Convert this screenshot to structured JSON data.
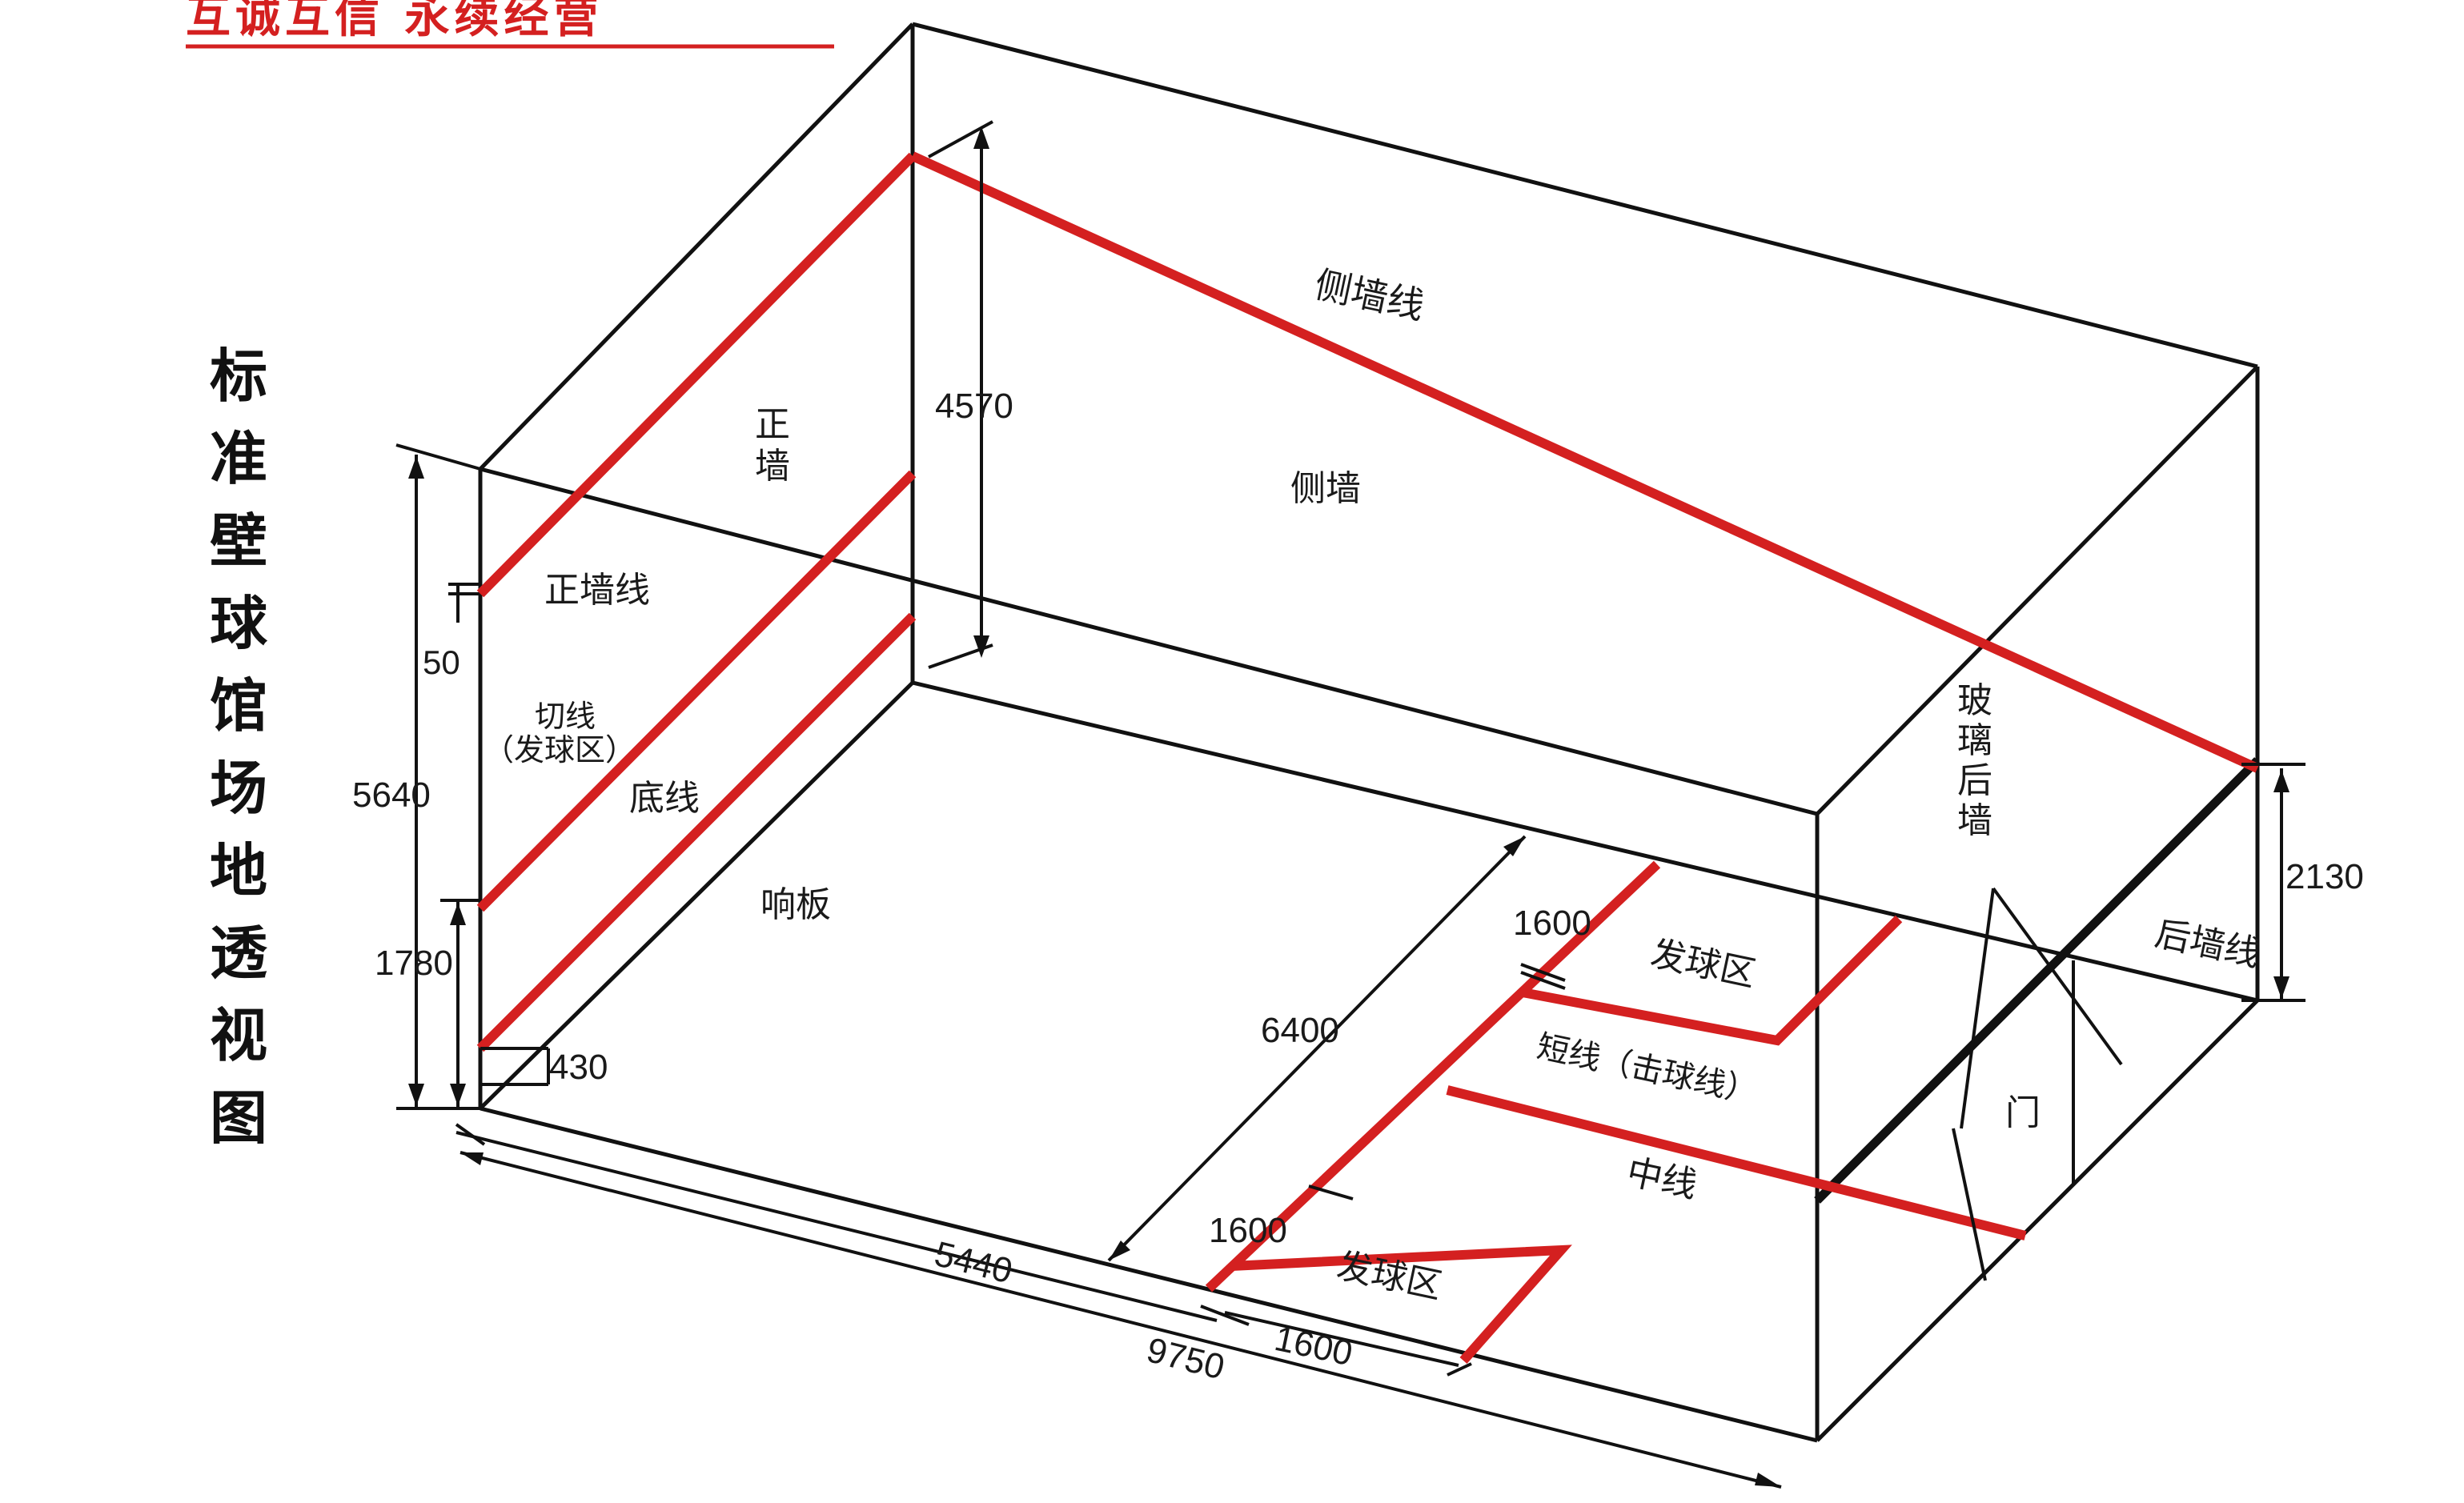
{
  "slogan": "互诚互信  永续经营",
  "title": "标准壁球馆场地透视图",
  "labels": {
    "front_wall": "正墙",
    "side_wall": "侧墙",
    "side_wall_line": "侧墙线",
    "front_wall_line": "正墙线",
    "cut_line": "切线",
    "cut_line_note": "（发球区）",
    "bottom_line": "底线",
    "tin": "响板",
    "glass_back_wall": "玻璃后墙",
    "back_wall_line": "后墙线",
    "door": "门",
    "service_box_1": "发球区",
    "service_box_2": "发球区",
    "short_line": "短线（击球线）",
    "center_line": "中线"
  },
  "dimensions": {
    "d4570": "4570",
    "d5640": "5640",
    "d50": "50",
    "d1780": "1780",
    "d430": "430",
    "d2130": "2130",
    "d6400": "6400",
    "d1600a": "1600",
    "d1600b": "1600",
    "d1600c": "1600",
    "d5440": "5440",
    "d9750": "9750"
  },
  "colors": {
    "line_red": "#d42020",
    "outline": "#111111"
  }
}
